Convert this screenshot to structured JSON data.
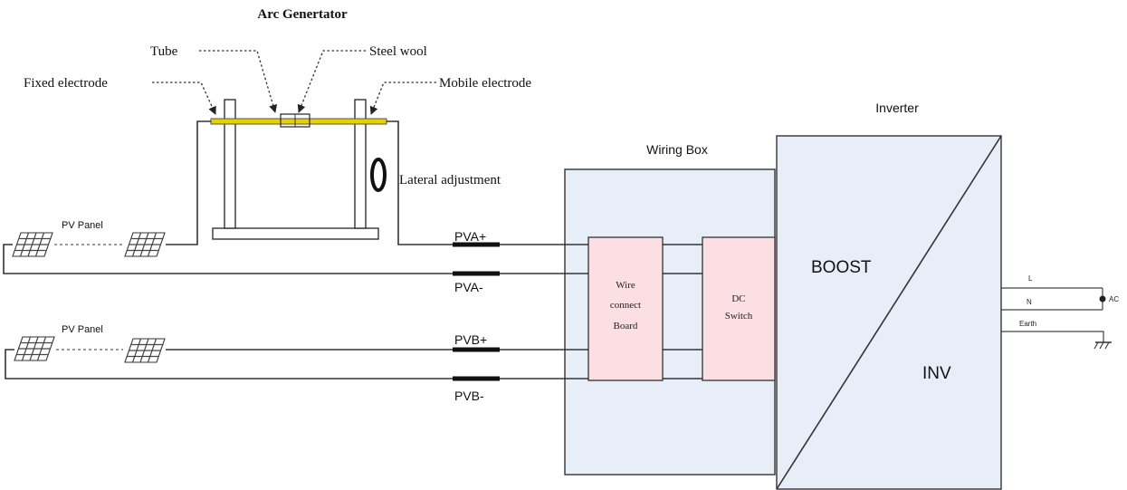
{
  "colors": {
    "box_fill": "#e8eef8",
    "module_fill": "#fbdfe2",
    "bar_fill": "#e8d000",
    "line": "#333333"
  },
  "arc_generator": {
    "title": "Arc Genertator",
    "labels": {
      "tube": "Tube",
      "steel_wool": "Steel wool",
      "fixed_electrode": "Fixed electrode",
      "mobile_electrode": "Mobile electrode",
      "lateral_adjustment": "Lateral adjustment"
    }
  },
  "pv": {
    "panel_a": "PV Panel",
    "panel_b": "PV Panel"
  },
  "terminals": {
    "pva_plus": "PVA+",
    "pva_minus": "PVA-",
    "pvb_plus": "PVB+",
    "pvb_minus": "PVB-"
  },
  "wiring_box": {
    "title": "Wiring Box",
    "board": [
      "Wire",
      "connect",
      "Board"
    ],
    "dc_switch": [
      "DC",
      "Switch"
    ]
  },
  "inverter": {
    "title": "Inverter",
    "boost": "BOOST",
    "inv": "INV",
    "outputs": {
      "l": "L",
      "n": "N",
      "earth": "Earth",
      "ac": "AC"
    }
  }
}
